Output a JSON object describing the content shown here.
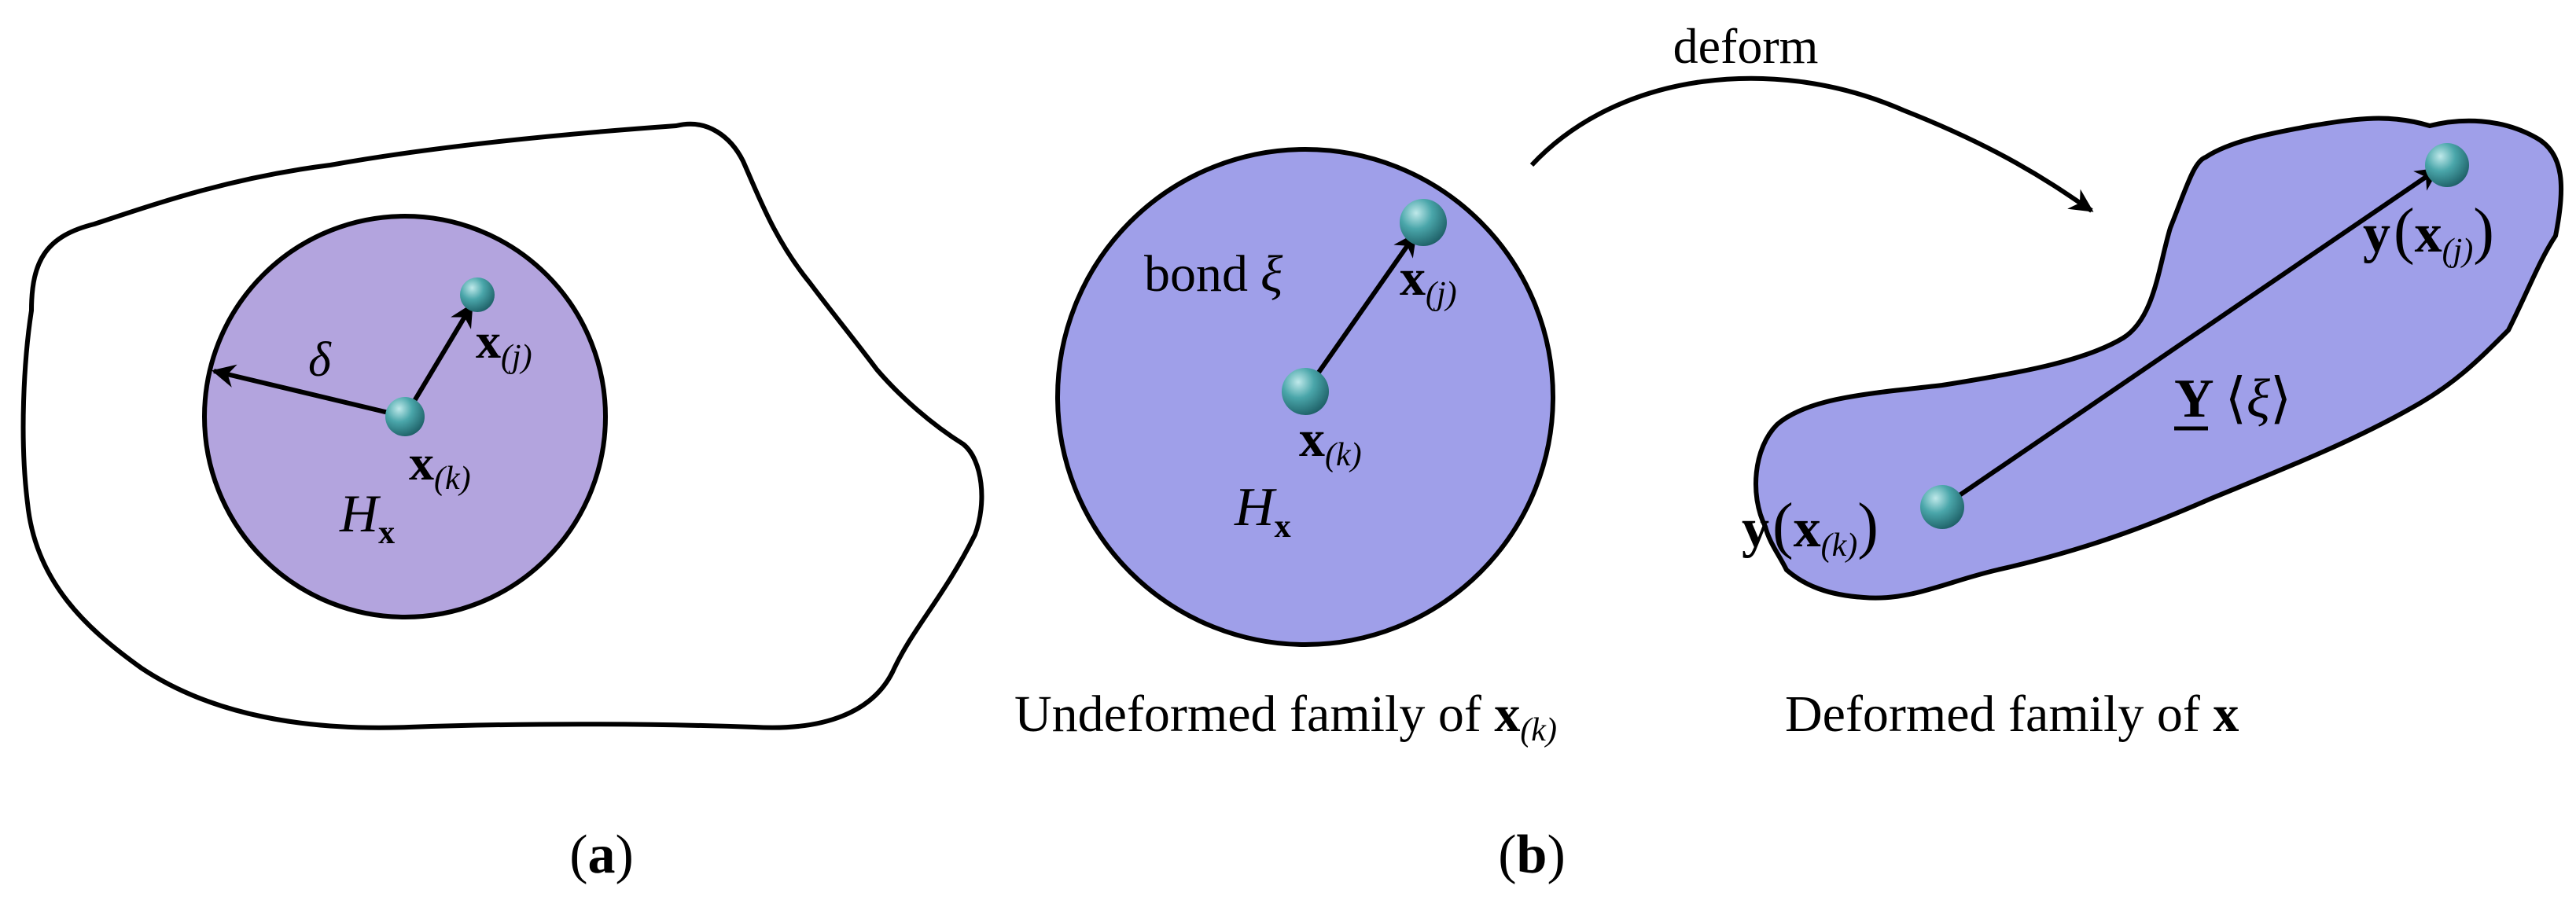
{
  "colors": {
    "outline": "#000000",
    "panel_a_circle_fill": "#b3a4de",
    "panel_b_fill": "#9f9fe9",
    "particle": "#3e9aa0",
    "background": "#ffffff"
  },
  "panel_a": {
    "horizon_symbol": "δ",
    "particle_j_base": "x",
    "particle_j_sub": "(j)",
    "particle_k_base": "x",
    "particle_k_sub": "(k)",
    "family_base": "H",
    "family_sub": "x",
    "caption_open": "(",
    "caption_letter": "a",
    "caption_close": ")"
  },
  "panel_b": {
    "arrow_label": "deform",
    "bond_word": "bond",
    "bond_symbol": "ξ",
    "particle_j_base": "x",
    "particle_j_sub": "(j)",
    "particle_k_base": "x",
    "particle_k_sub": "(k)",
    "family_base": "H",
    "family_sub": "x",
    "deformed_j_y": "y",
    "deformed_j_open": "(",
    "deformed_j_x": "x",
    "deformed_j_sub": "(j)",
    "deformed_j_close": ")",
    "deformed_k_y": "y",
    "deformed_k_open": "(",
    "deformed_k_x": "x",
    "deformed_k_sub": "(k)",
    "deformed_k_close": ")",
    "state_symbol": "Y",
    "state_arg_open": "⟨",
    "state_arg": "ξ",
    "state_arg_close": "⟩",
    "undeformed_caption_text": "Undeformed family of ",
    "undeformed_caption_x": "x",
    "undeformed_caption_sub": "(k)",
    "deformed_caption_text": "Deformed family of ",
    "deformed_caption_x": "x",
    "caption_open": "(",
    "caption_letter": "b",
    "caption_close": ")"
  }
}
